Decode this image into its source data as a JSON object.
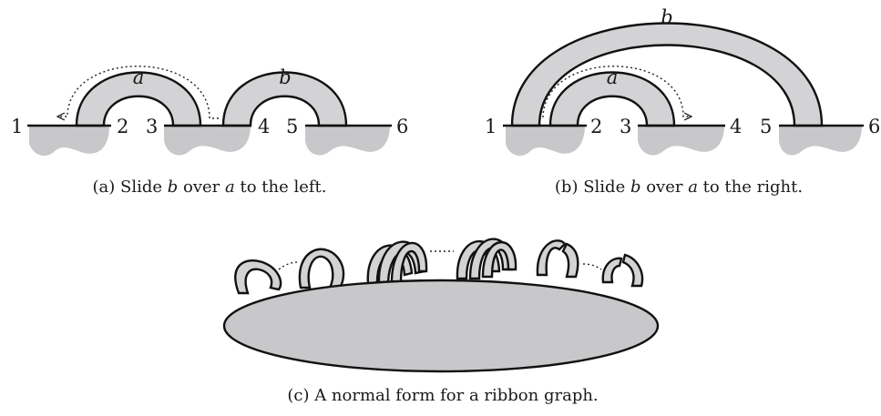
{
  "panel_a": {
    "vertex_labels": [
      "1",
      "2",
      "3",
      "4",
      "5",
      "6"
    ],
    "band_labels": [
      "a",
      "b"
    ],
    "caption_prefix": "(a) Slide ",
    "caption_b": "b",
    "caption_mid": " over ",
    "caption_a": "a",
    "caption_suffix": " to the left."
  },
  "panel_b": {
    "vertex_labels": [
      "1",
      "2",
      "3",
      "4",
      "5",
      "6"
    ],
    "band_labels": [
      "a",
      "b"
    ],
    "caption_prefix": "(b) Slide ",
    "caption_b": "b",
    "caption_mid": " over ",
    "caption_a": "a",
    "caption_suffix": " to the right."
  },
  "panel_c": {
    "caption": "(c) A normal form for a ribbon graph."
  }
}
